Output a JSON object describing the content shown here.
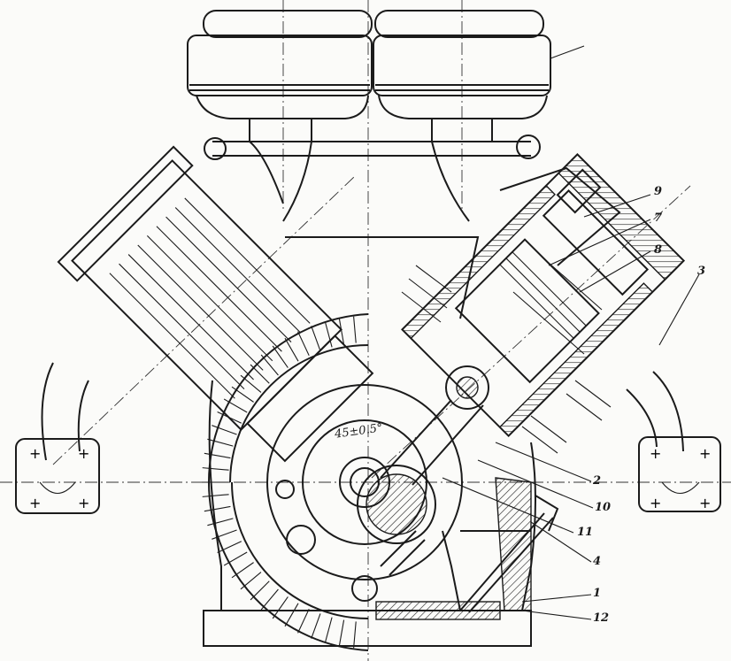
{
  "figure": {
    "callouts": [
      {
        "id": "9",
        "text": "9"
      },
      {
        "id": "7",
        "text": "7"
      },
      {
        "id": "8",
        "text": "8"
      },
      {
        "id": "3",
        "text": "3"
      },
      {
        "id": "2",
        "text": "2"
      },
      {
        "id": "10",
        "text": "10"
      },
      {
        "id": "11",
        "text": "11"
      },
      {
        "id": "4",
        "text": "4"
      },
      {
        "id": "1",
        "text": "1"
      },
      {
        "id": "12",
        "text": "12"
      }
    ],
    "dimension_text": "45±0.5°"
  },
  "colors": {
    "ink": "#1b1b1b",
    "paper": "#fbfbf9"
  }
}
